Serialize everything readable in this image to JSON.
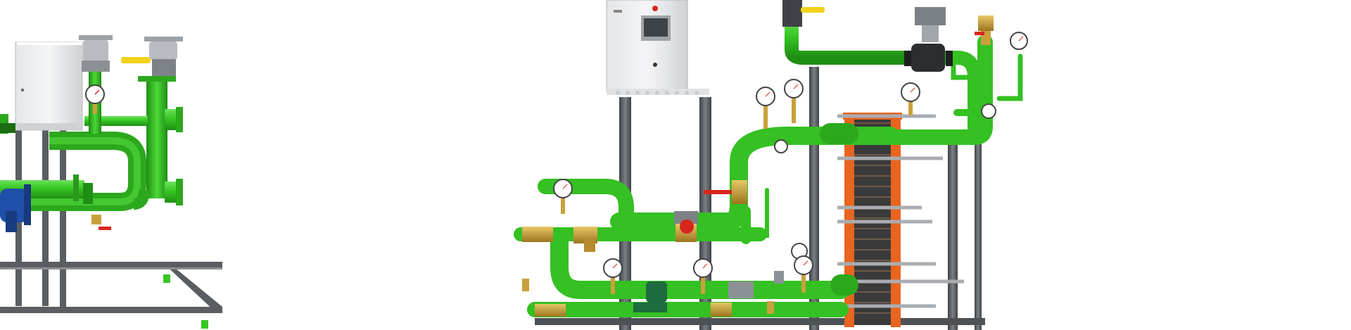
{
  "scene": {
    "background": "#ffffff",
    "pipe_color": "#37c624",
    "pipe_shadow": "#1f8e14",
    "frame_color": "#5a5e63",
    "valve_handle_color": "#f2d21a",
    "red_valve_color": "#d9261c",
    "brass_color": "#c9a13c",
    "plate_orange": "#e8641f"
  },
  "objects": {
    "left_unit": "pipe-manifold-unit-left",
    "right_unit": "heat-exchanger-substation-right",
    "cabinet_left": "control-cabinet-left",
    "cabinet_right": "control-cabinet-right",
    "heat_exchanger": "plate-heat-exchanger",
    "gauge": "pressure-gauge-icon"
  }
}
